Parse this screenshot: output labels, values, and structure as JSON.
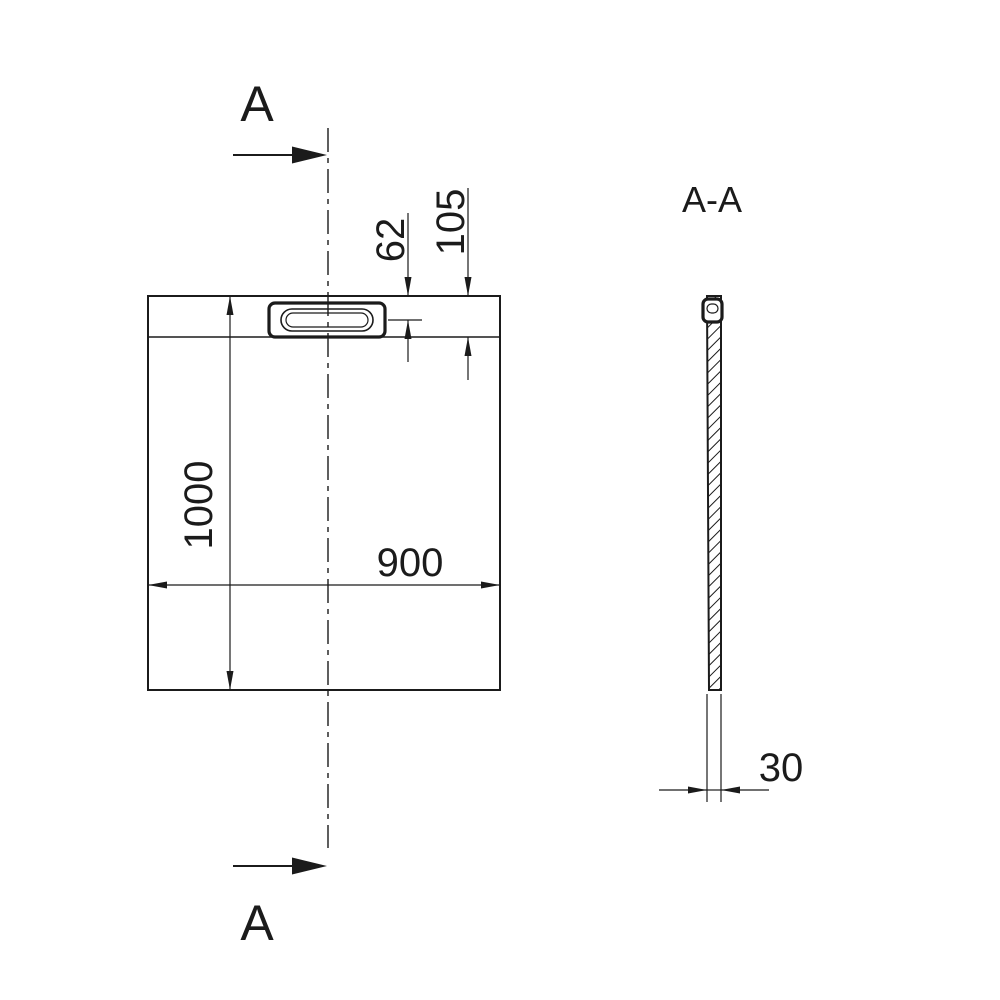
{
  "page": {
    "background": "#ffffff",
    "line_color": "#1b1b1b"
  },
  "drawing": {
    "section_markers": {
      "top": "A",
      "bottom": "A"
    },
    "plan_view": {
      "length_dim": "1000",
      "width_dim": "900",
      "drain_offset_dim": "62",
      "rim_depth_dim": "105"
    },
    "section_view": {
      "title": "A-A",
      "thickness_dim": "30"
    }
  }
}
